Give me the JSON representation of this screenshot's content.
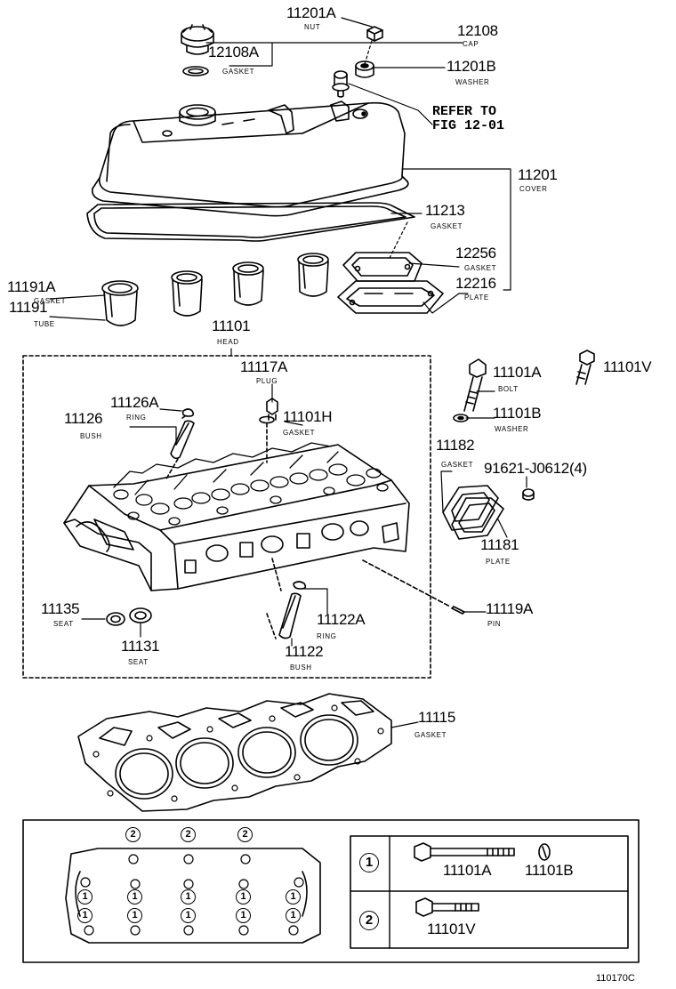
{
  "parts": {
    "p11201A": {
      "no": "11201A",
      "name": "NUT"
    },
    "p12108": {
      "no": "12108",
      "name": "CAP"
    },
    "p12108A": {
      "no": "12108A",
      "name": "GASKET"
    },
    "p11201B": {
      "no": "11201B",
      "name": "WASHER"
    },
    "p11201": {
      "no": "11201",
      "name": "COVER"
    },
    "p11213": {
      "no": "11213",
      "name": "GASKET"
    },
    "p12256": {
      "no": "12256",
      "name": "GASKET"
    },
    "p12216": {
      "no": "12216",
      "name": "PLATE"
    },
    "p11191A": {
      "no": "11191A",
      "name": "GASKET"
    },
    "p11191": {
      "no": "11191",
      "name": "TUBE"
    },
    "p11101": {
      "no": "11101",
      "name": "HEAD"
    },
    "p11117A": {
      "no": "11117A",
      "name": "PLUG"
    },
    "p11126A": {
      "no": "11126A",
      "name": "RING"
    },
    "p11126": {
      "no": "11126",
      "name": "BUSH"
    },
    "p11101H": {
      "no": "11101H",
      "name": "GASKET"
    },
    "p11101A": {
      "no": "11101A",
      "name": "BOLT"
    },
    "p11101V": {
      "no": "11101V",
      "name": ""
    },
    "p11101B": {
      "no": "11101B",
      "name": "WASHER"
    },
    "p11182": {
      "no": "11182",
      "name": "GASKET"
    },
    "p91621": {
      "no": "91621-J0612(4)",
      "name": ""
    },
    "p11181": {
      "no": "11181",
      "name": "PLATE"
    },
    "p11135": {
      "no": "11135",
      "name": "SEAT"
    },
    "p11131": {
      "no": "11131",
      "name": "SEAT"
    },
    "p11122A": {
      "no": "11122A",
      "name": "RING"
    },
    "p11122": {
      "no": "11122",
      "name": "BUSH"
    },
    "p11119A": {
      "no": "11119A",
      "name": "PIN"
    },
    "p11115": {
      "no": "11115",
      "name": "GASKET"
    }
  },
  "refer": {
    "line1": "REFER TO",
    "line2": "FIG 12-01"
  },
  "legend": {
    "marker1": "1",
    "marker2": "2",
    "row1_part_a": "11101A",
    "row1_part_b": "11101B",
    "row2_part": "11101V"
  },
  "figure_code": "110170C"
}
